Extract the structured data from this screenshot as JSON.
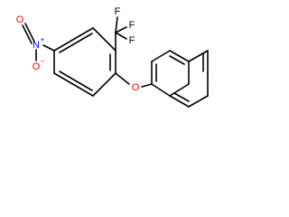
{
  "colors": {
    "background": "#ffffff",
    "bond": "#000000",
    "carbon_label": "#000000",
    "oxygen_label": "#ff0000",
    "nitrogen_label": "#0000ff",
    "fluorine_label": "#000000"
  },
  "labels": {
    "nitro_o_top": "O",
    "nitro_n": "N",
    "nitro_n_charge": "+",
    "nitro_o_bottom": "O",
    "nitro_o_bottom_charge": "−",
    "cf3_f1": "F",
    "cf3_f2": "F",
    "cf3_f3": "F",
    "ether_o": "O"
  }
}
